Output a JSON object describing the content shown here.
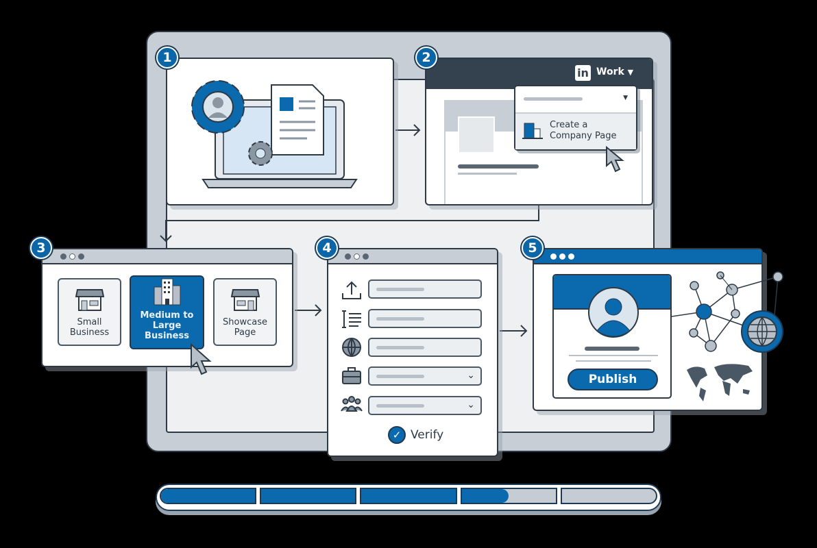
{
  "steps": [
    {
      "number": "1"
    },
    {
      "number": "2",
      "brand_logo": "in",
      "menu_label": "Work",
      "dropdown_item": "Create a Company Page"
    },
    {
      "number": "3",
      "options": [
        {
          "label": "Small Business",
          "selected": false,
          "icon": "storefront-icon"
        },
        {
          "label": "Medium to Large Business",
          "selected": true,
          "icon": "office-buildings-icon"
        },
        {
          "label": "Showcase Page",
          "selected": false,
          "icon": "storefront-icon"
        }
      ]
    },
    {
      "number": "4",
      "fields": [
        {
          "icon": "upload-icon",
          "type": "text"
        },
        {
          "icon": "text-lines-icon",
          "type": "text"
        },
        {
          "icon": "globe-icon",
          "type": "text"
        },
        {
          "icon": "briefcase-icon",
          "type": "select"
        },
        {
          "icon": "people-icon",
          "type": "select"
        }
      ],
      "verify_label": "Verify"
    },
    {
      "number": "5",
      "publish_label": "Publish"
    }
  ],
  "progress": {
    "segments": 5,
    "percent": 70
  },
  "colors": {
    "accent": "#0b6aad",
    "dark": "#2d3a46",
    "header": "#34424f",
    "light": "#eef0f2"
  }
}
